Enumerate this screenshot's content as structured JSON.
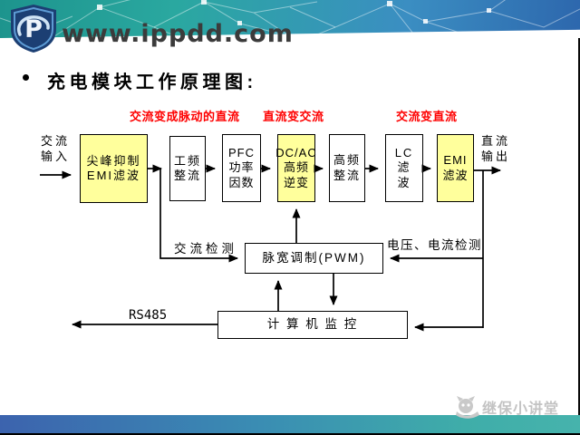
{
  "header": {
    "url_text": "www.ippdd.com",
    "logo_icon": "shield-p-logo"
  },
  "slide": {
    "bullet": "•",
    "title": "充电模块工作原理图:"
  },
  "diagram": {
    "stage_labels": [
      {
        "text": "交流变成脉动的直流"
      },
      {
        "text": "直流变交流"
      },
      {
        "text": "交流变直流"
      }
    ],
    "input_label": "交流\n输入",
    "output_label": "直流\n输出",
    "blocks": [
      {
        "label": "尖峰抑制\nEMI滤波",
        "highlight": true
      },
      {
        "label": "工频\n整流",
        "highlight": false
      },
      {
        "label": "PFC\n功率\n因数",
        "highlight": false
      },
      {
        "label": "DC/AC\n高频\n逆变",
        "highlight": true
      },
      {
        "label": "高频\n整流",
        "highlight": false
      },
      {
        "label": "LC\n滤\n波",
        "highlight": false
      },
      {
        "label": "EMI\n滤波",
        "highlight": true
      }
    ],
    "pwm_label": "脉宽调制(PWM)",
    "computer_label": "计 算 机 监 控",
    "ac_detect_label": "交流检测",
    "vi_detect_label": "电压、电流检测",
    "rs485_label": "RS485",
    "colors": {
      "highlight_fill": "#ffff9c",
      "stage_label_red": "#fe0000",
      "line_black": "#000000"
    }
  },
  "watermark": {
    "logo_icon": "jibao-classroom-logo",
    "text": "继保小讲堂"
  },
  "theme": {
    "header_teal": "#2aa8a0",
    "header_blue": "#2d67ad",
    "footer_blue": "#3c63ae",
    "footer_teal": "#46b3ac"
  }
}
